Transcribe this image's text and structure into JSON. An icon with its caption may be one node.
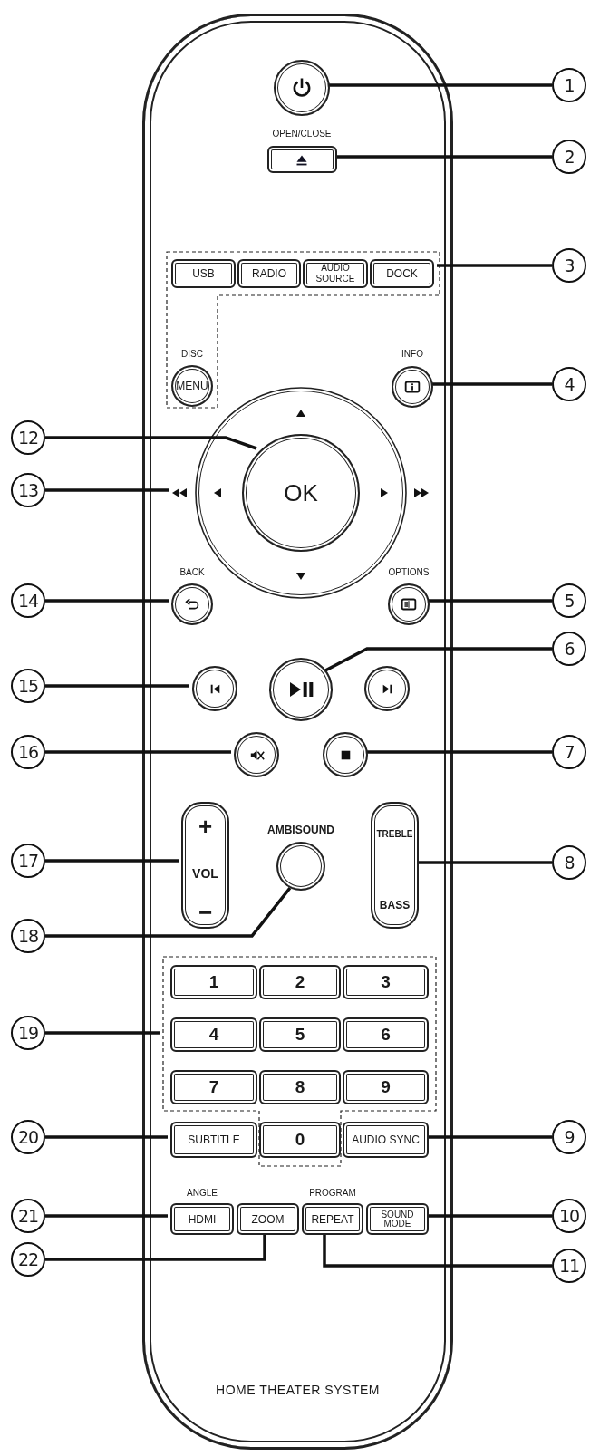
{
  "diagram": {
    "nodes": [
      {
        "text": [
          "HOME THEATER SYSTEM"
        ]
      },
      {
        "text": [],
        "shape": "circle",
        "in": 0
      },
      {
        "text": [
          "1"
        ]
      },
      {
        "text": [
          "OPEN/CLOSE"
        ],
        "in": 0
      },
      {
        "text": [
          "2"
        ]
      },
      {
        "text": [],
        "shape": "box",
        "in": 0
      },
      {
        "text": [
          "USB"
        ],
        "in": 5
      },
      {
        "text": [
          "RADIO"
        ],
        "in": 5
      },
      {
        "text": [
          "AUDIO SOURCE"
        ],
        "in": 5
      },
      {
        "text": [
          "DOCK"
        ],
        "in": 5
      },
      {
        "text": [
          "3"
        ]
      },
      {
        "text": [
          "DISC",
          "MENU"
        ],
        "in": 5
      },
      {
        "text": [
          "INFO"
        ],
        "in": 0
      },
      {
        "text": [
          "4"
        ]
      },
      {
        "text": [
          "12"
        ]
      },
      {
        "text": [
          "OK"
        ],
        "in": 0
      },
      {
        "text": [
          "13"
        ]
      },
      {
        "text": [],
        "shape": "triangle",
        "in": 0
      },
      {
        "text": [
          "BACK"
        ],
        "in": 0
      },
      {
        "text": [
          "14"
        ]
      },
      {
        "text": [
          "OPTIONS"
        ],
        "in": 0
      },
      {
        "text": [
          "5"
        ]
      },
      {
        "text": [
          "6"
        ]
      },
      {
        "text": [
          "15"
        ]
      },
      {
        "text": [],
        "shape": "circle",
        "in": 0
      },
      {
        "text": [],
        "shape": "circle",
        "in": 0
      },
      {
        "text": [],
        "shape": "circle",
        "in": 0
      },
      {
        "text": [
          "16"
        ]
      },
      {
        "text": [],
        "shape": "circle",
        "in": 0
      },
      {
        "text": [],
        "shape": "circle",
        "in": 0
      },
      {
        "text": [
          "7"
        ]
      },
      {
        "text": [
          "17"
        ]
      },
      {
        "text": [
          "+",
          "VOL",
          "−"
        ],
        "in": 0
      },
      {
        "text": [
          "AMBISOUND"
        ],
        "in": 0
      },
      {
        "text": [
          "TREBLE",
          "BASS"
        ],
        "in": 0
      },
      {
        "text": [
          "8"
        ]
      },
      {
        "text": [
          "18"
        ]
      },
      {
        "text": [],
        "shape": "box",
        "in": 0
      },
      {
        "text": [
          "1"
        ],
        "in": 37
      },
      {
        "text": [
          "2"
        ],
        "in": 37
      },
      {
        "text": [
          "3"
        ],
        "in": 37
      },
      {
        "text": [
          "4"
        ],
        "in": 37
      },
      {
        "text": [
          "5"
        ],
        "in": 37
      },
      {
        "text": [
          "6"
        ],
        "in": 37
      },
      {
        "text": [
          "7"
        ],
        "in": 37
      },
      {
        "text": [
          "8"
        ],
        "in": 37
      },
      {
        "text": [
          "9"
        ],
        "in": 37
      },
      {
        "text": [
          "19"
        ]
      },
      {
        "text": [
          "20"
        ]
      },
      {
        "text": [
          "SUBTITLE"
        ],
        "in": 0
      },
      {
        "text": [
          "0"
        ],
        "in": 37
      },
      {
        "text": [
          "AUDIO SYNC"
        ],
        "in": 0
      },
      {
        "text": [
          "9"
        ]
      },
      {
        "text": [
          "21"
        ]
      },
      {
        "text": [
          "ANGLE",
          "HDMI"
        ],
        "in": 0
      },
      {
        "text": [
          "ZOOM"
        ],
        "in": 0
      },
      {
        "text": [
          "PROGRAM",
          "REPEAT"
        ],
        "in": 0
      },
      {
        "text": [
          "SOUND MODE"
        ],
        "in": 0
      },
      {
        "text": [
          "10"
        ]
      },
      {
        "text": [
          "22"
        ]
      },
      {
        "text": [
          "11"
        ]
      }
    ],
    "edges": [
      {
        "from": 2,
        "to": 1,
        "arrow": "none"
      },
      {
        "from": 4,
        "to": 3,
        "arrow": "none"
      },
      {
        "from": 10,
        "to": 5,
        "arrow": "none"
      },
      {
        "from": 13,
        "to": 12,
        "arrow": "none"
      },
      {
        "from": 14,
        "to": 15,
        "arrow": "none"
      },
      {
        "from": 16,
        "to": 17,
        "arrow": "none"
      },
      {
        "from": 19,
        "to": 18,
        "arrow": "none"
      },
      {
        "from": 21,
        "to": 20,
        "arrow": "none"
      },
      {
        "from": 22,
        "to": 25,
        "arrow": "none"
      },
      {
        "from": 23,
        "to": 24,
        "arrow": "none"
      },
      {
        "from": 27,
        "to": 28,
        "arrow": "none"
      },
      {
        "from": 30,
        "to": 29,
        "arrow": "none"
      },
      {
        "from": 31,
        "to": 32,
        "arrow": "none"
      },
      {
        "from": 35,
        "to": 34,
        "arrow": "none"
      },
      {
        "from": 36,
        "to": 33,
        "arrow": "none"
      },
      {
        "from": 47,
        "to": 37,
        "arrow": "none"
      },
      {
        "from": 48,
        "to": 49,
        "arrow": "none"
      },
      {
        "from": 52,
        "to": 51,
        "arrow": "none"
      },
      {
        "from": 53,
        "to": 54,
        "arrow": "none"
      },
      {
        "from": 58,
        "to": 57,
        "arrow": "none"
      },
      {
        "from": 59,
        "to": 55,
        "arrow": "none"
      },
      {
        "from": 60,
        "to": 56,
        "arrow": "none"
      }
    ]
  }
}
